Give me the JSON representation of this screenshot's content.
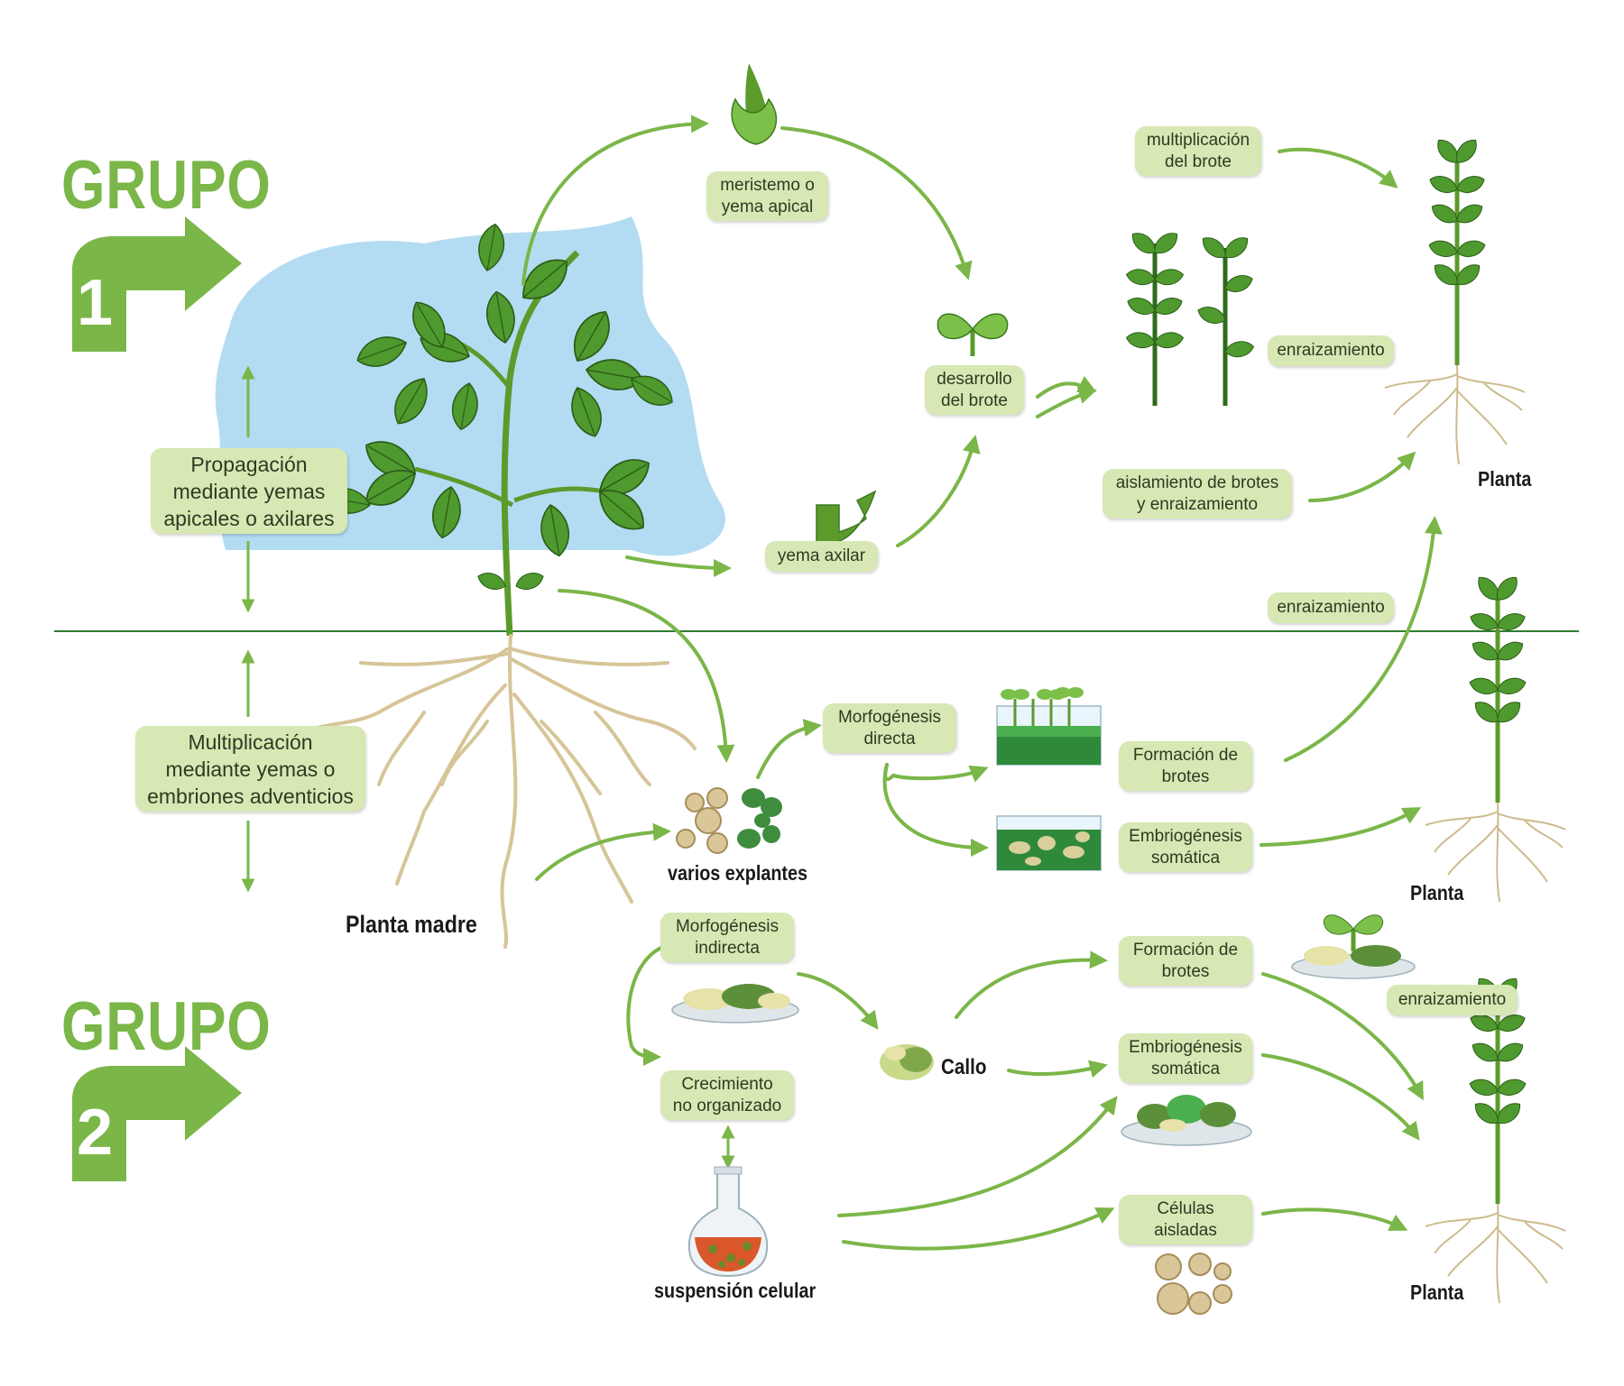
{
  "colors": {
    "accent": "#7ab648",
    "box_fill": "#d7e8b4",
    "ground_line": "#2e7d32",
    "sky": "#b3dcf3"
  },
  "groups": [
    {
      "title": "GRUPO",
      "number": "1"
    },
    {
      "title": "GRUPO",
      "number": "2"
    }
  ],
  "side_labels": {
    "group1": [
      "Propagación",
      "mediante yemas",
      "apicales o axilares"
    ],
    "group2": [
      "Multiplicación",
      "mediante yemas o",
      "embriones adventicios"
    ]
  },
  "nodes": {
    "meristemo": [
      "meristemo o",
      "yema apical"
    ],
    "yema_axilar": [
      "yema axilar"
    ],
    "desarrollo": [
      "desarrollo",
      "del brote"
    ],
    "multiplicacion_brote": [
      "multiplicación",
      "del brote"
    ],
    "enraizamiento_1": [
      "enraizamiento"
    ],
    "aislamiento": [
      "aislamiento de brotes",
      "y enraizamiento"
    ],
    "enraizamiento_2": [
      "enraizamiento"
    ],
    "morf_directa": [
      "Morfogénesis",
      "directa"
    ],
    "formacion_1": [
      "Formación de",
      "brotes"
    ],
    "embrio_1": [
      "Embriogénesis",
      "somática"
    ],
    "morf_indirecta": [
      "Morfogénesis",
      "indirecta"
    ],
    "crecimiento": [
      "Crecimiento",
      "no organizado"
    ],
    "formacion_2": [
      "Formación de",
      "brotes"
    ],
    "embrio_2": [
      "Embriogénesis",
      "somática"
    ],
    "enraizamiento_3": [
      "enraizamiento"
    ],
    "celulas": [
      "Células",
      "aisladas"
    ]
  },
  "labels": {
    "planta_madre": "Planta madre",
    "varios_explantes": "varios explantes",
    "callo": "Callo",
    "suspension": "suspensión celular",
    "planta_1": "Planta",
    "planta_2": "Planta",
    "planta_3": "Planta"
  },
  "icons": [
    "mother-plant-icon",
    "apical-bud-icon",
    "axillary-bud-icon",
    "sprout-icon",
    "shoot-cluster-icon",
    "young-plant-icon",
    "culture-jar-icon",
    "petri-dish-icon",
    "callus-icon",
    "flask-icon",
    "cells-icon",
    "explants-icon"
  ]
}
